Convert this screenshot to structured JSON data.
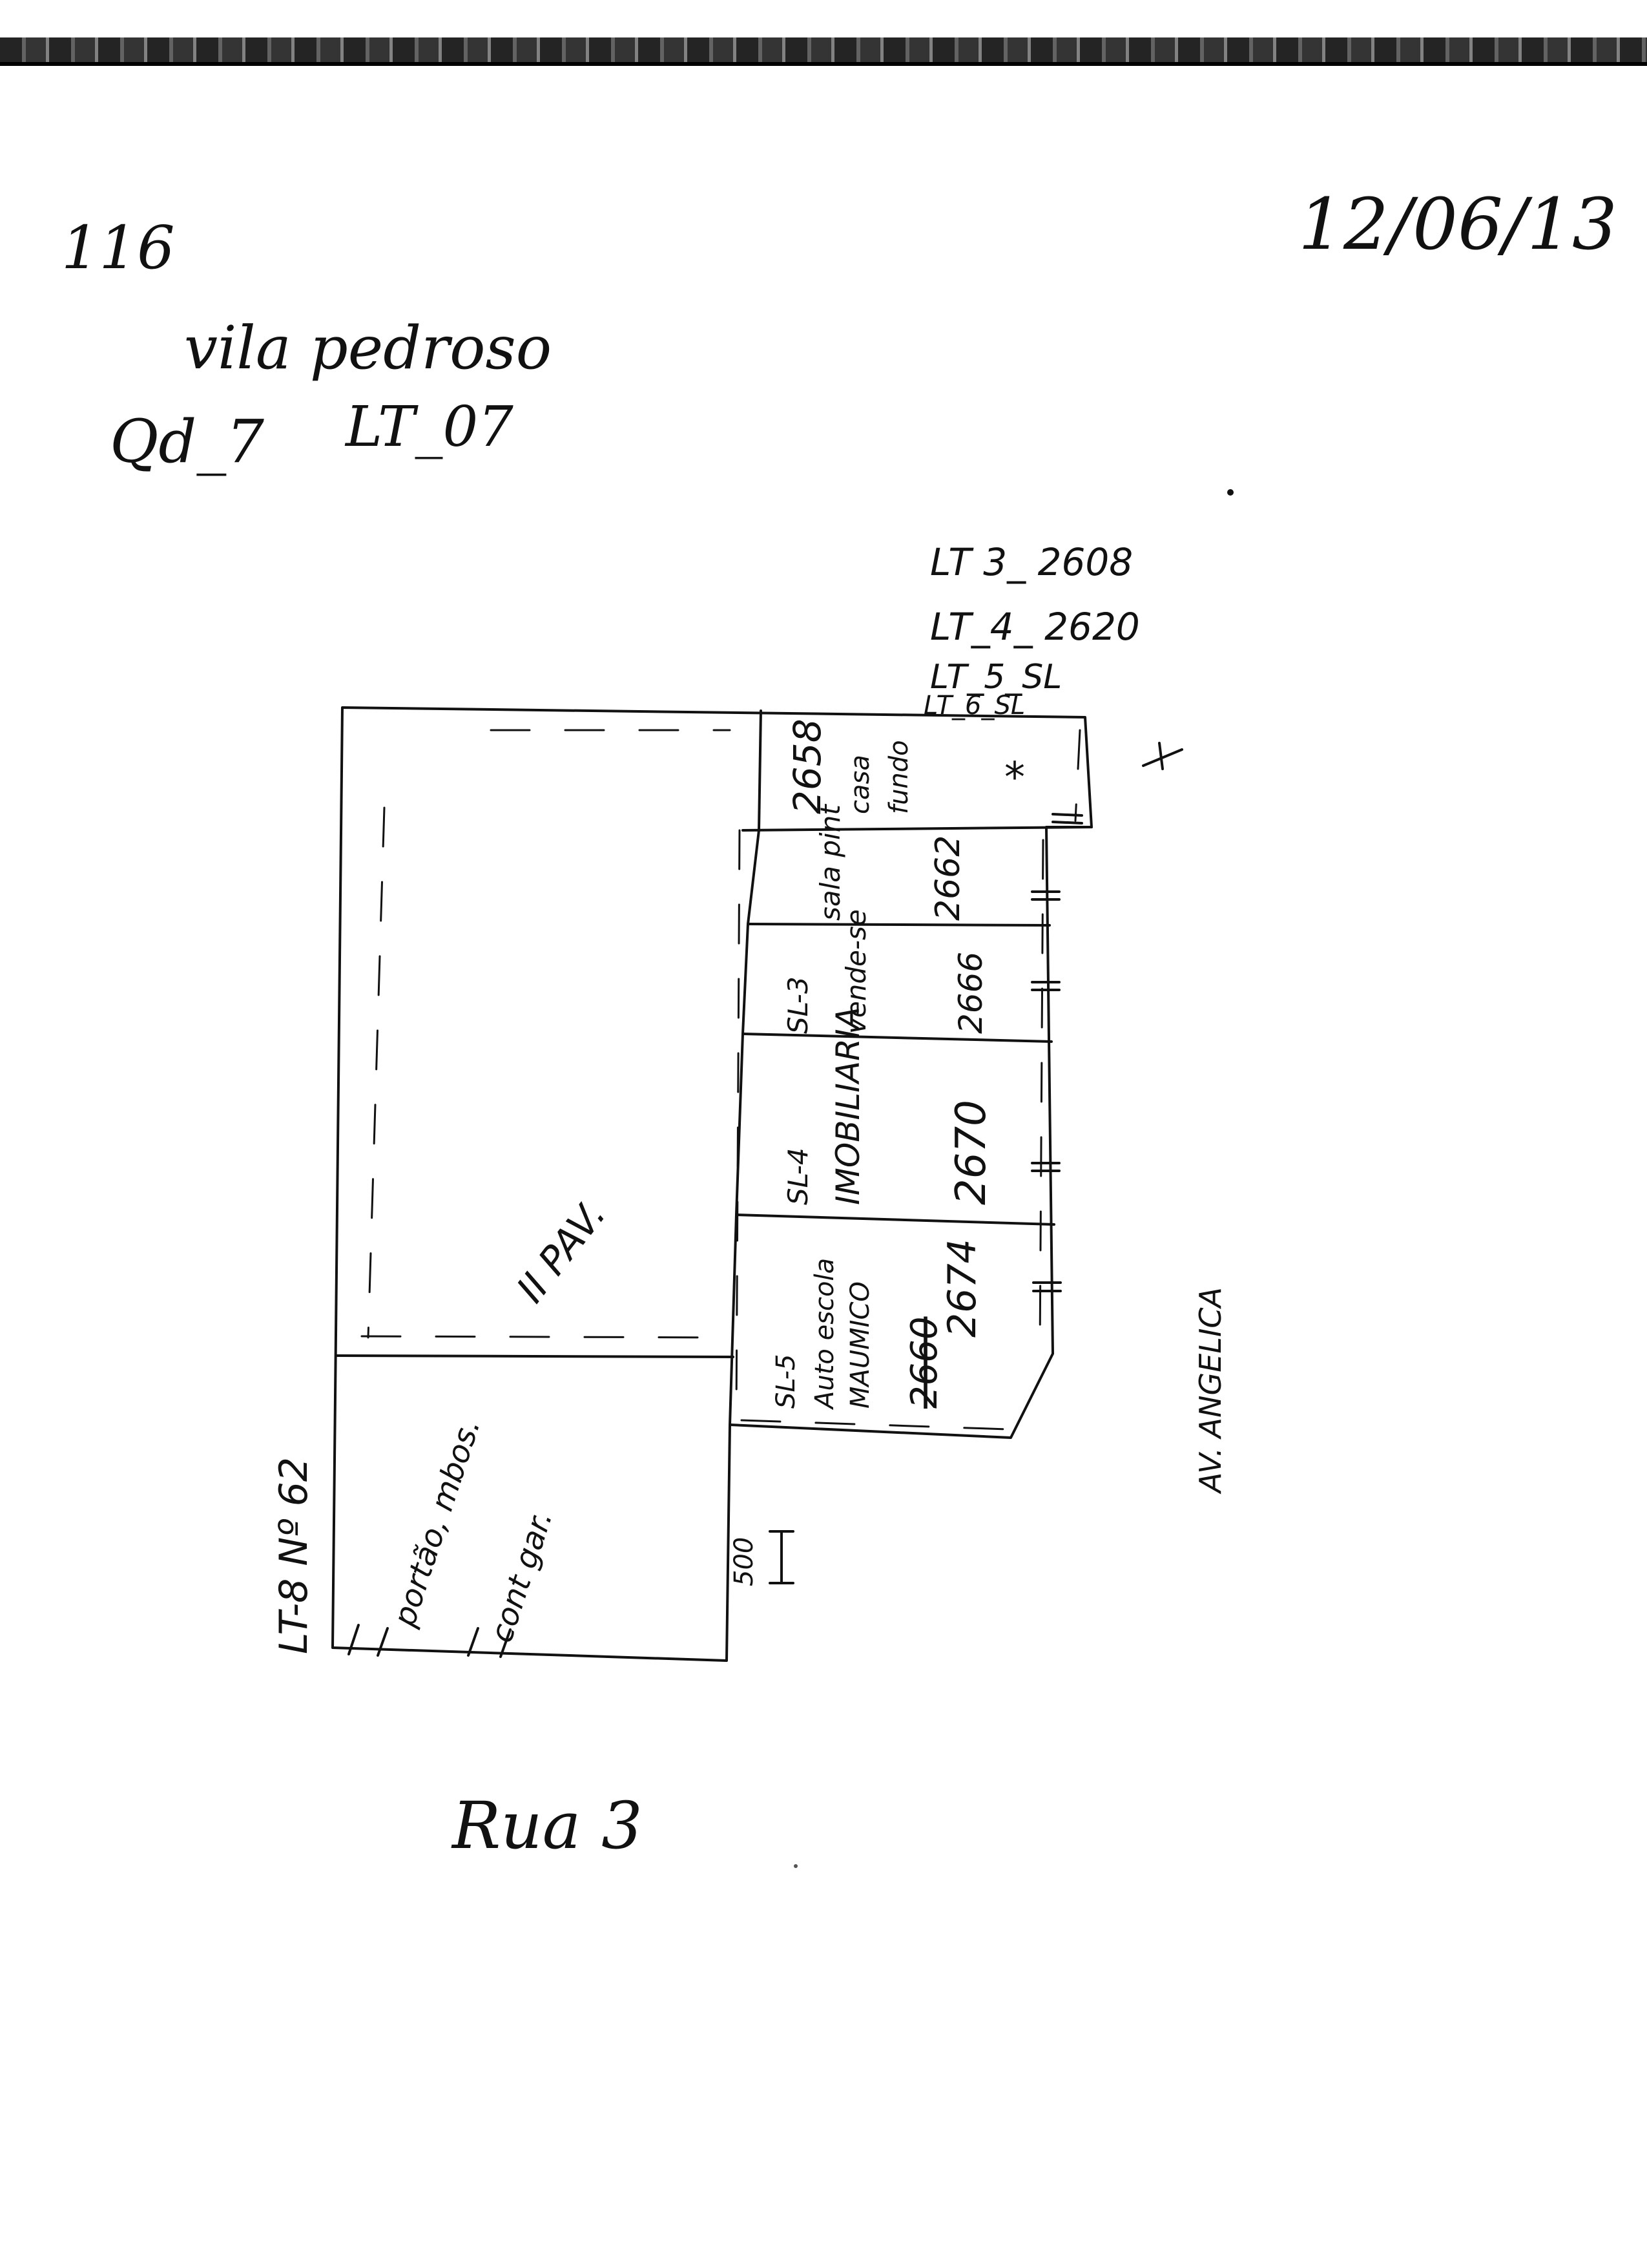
{
  "header": {
    "page_number": "116",
    "date": "12/06/13"
  },
  "location": {
    "place": "vila pedroso",
    "quadra": "Qd_7",
    "lote": "LT_07"
  },
  "neighbors": {
    "lt3": "LT 3_ 2608",
    "lt4": "LT_4_ 2620",
    "lt5": "LT_5_SL",
    "lt6": "LT_6_SL",
    "lt8": "LT-8 Nº 62"
  },
  "units": {
    "unit1": {
      "number": "2658",
      "desc": "casa",
      "extra": "fundo"
    },
    "unit2": {
      "number": "2662",
      "desc": "sala pint"
    },
    "unit3": {
      "number": "2666",
      "sala": "SL-3",
      "desc": "vende-se"
    },
    "unit4": {
      "number": "2670",
      "sala": "SL-4",
      "desc": "IMOBILIARIA"
    },
    "unit5": {
      "number": "2674",
      "old_number": "2660",
      "sala": "SL-5",
      "desc": "Auto escola",
      "extra": "MAUMICO"
    }
  },
  "areas": {
    "main": "II PAV.",
    "lower_line1": "portão, mbos.",
    "lower_line2": "cont gar."
  },
  "street": "AV. ANGELICA",
  "dimension": "500",
  "footer": "Rua 3"
}
